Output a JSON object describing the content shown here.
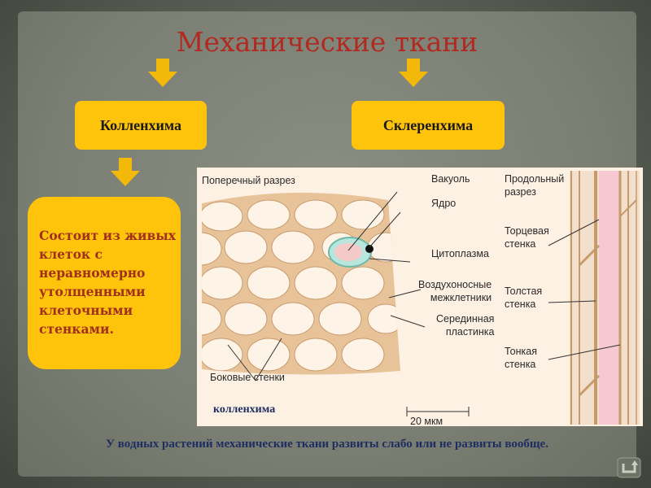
{
  "title": "Механические ткани",
  "left_box": "Колленхима",
  "right_box": "Склеренхима",
  "description": "Состоит из живых клеток с неравномерно утолщенными клеточными стенками.",
  "figure": {
    "cross_section_label": "Поперечный разрез",
    "longitudinal_label": "Продольный\nразрез",
    "vacuole": "Вакуоль",
    "nucleus": "Ядро",
    "cytoplasm": "Цитоплазма",
    "air_spaces": "Воздухоносные\nмежклетники",
    "middle_lamella": "Серединная\nпластинка",
    "side_walls": "Боковые стенки",
    "end_wall": "Торцевая\nстенка",
    "thick_wall": "Толстая\nстенка",
    "thin_wall": "Тонкая\nстенка",
    "scale": "20 мкм",
    "caption": "колленхима"
  },
  "footer": "У водных растений механические ткани развиты слабо или не развиты вообще.",
  "colors": {
    "title": "#b02a20",
    "box": "#fec30b",
    "cell_wall": "#e8c39a",
    "footer": "#1f2e62"
  },
  "icons": {
    "arrows": "down-arrow-icon",
    "nav": "return-icon"
  }
}
